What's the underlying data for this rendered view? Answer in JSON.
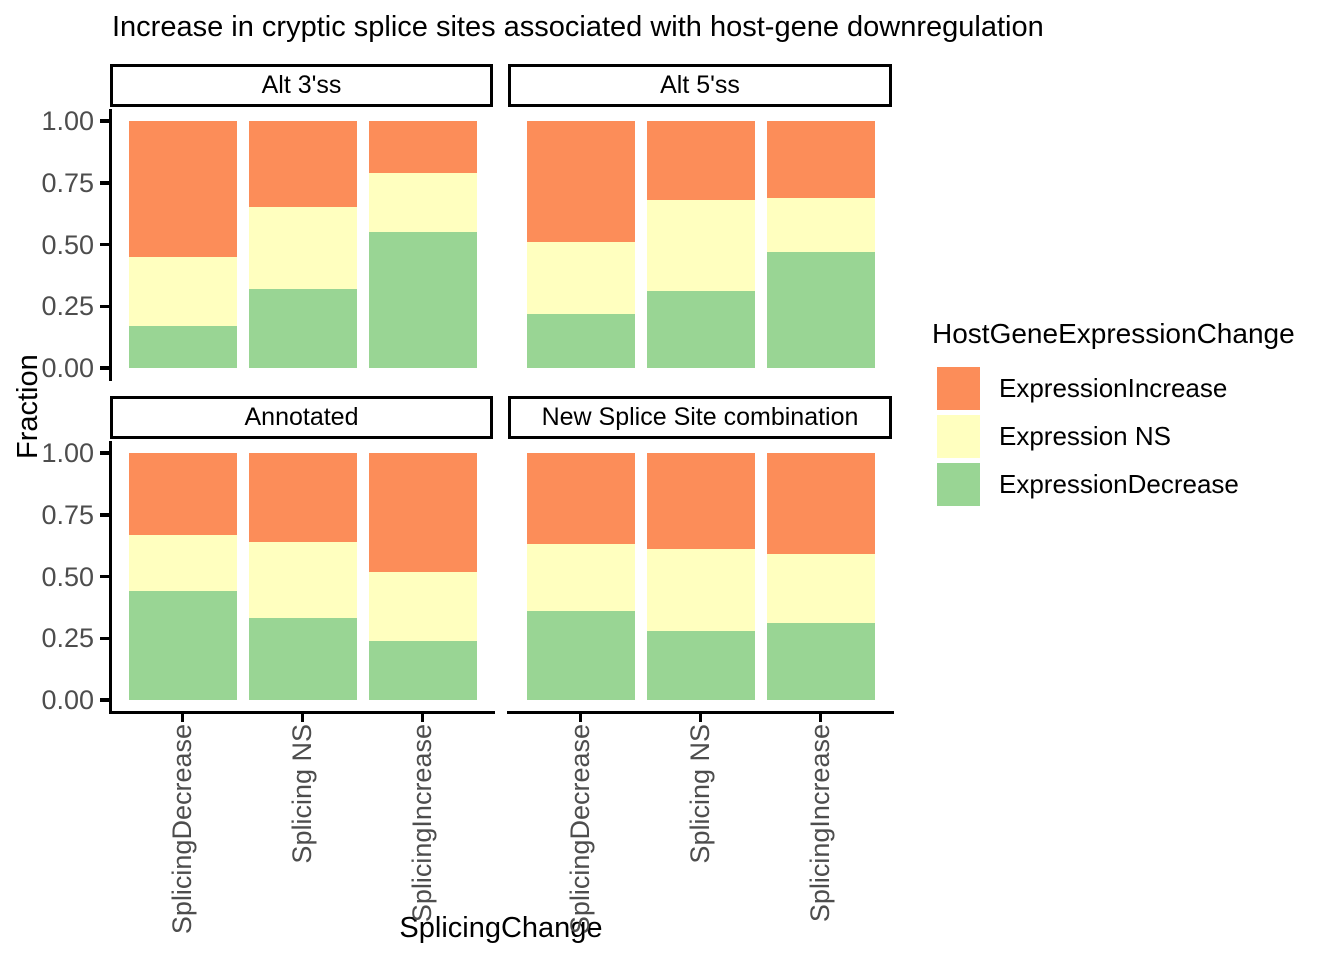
{
  "title": "Increase in cryptic splice sites associated with host-gene downregulation",
  "axes": {
    "y_title": "Fraction",
    "x_title": "SplicingChange",
    "y_tick_labels": [
      "1.00",
      "0.75",
      "0.50",
      "0.25",
      "0.00"
    ],
    "y_tick_values": [
      1.0,
      0.75,
      0.5,
      0.25,
      0.0
    ],
    "x_categories": [
      "SplicingDecrease",
      "Splicing NS",
      "SplicingIncrease"
    ],
    "tick_label_color": "#4D4D4D",
    "axis_line_color": "#000000"
  },
  "legend": {
    "title": "HostGeneExpressionChange",
    "items": [
      {
        "label": "ExpressionIncrease",
        "color": "#FC8D59"
      },
      {
        "label": "Expression NS",
        "color": "#FFFFBF"
      },
      {
        "label": "ExpressionDecrease",
        "color": "#99D594"
      }
    ]
  },
  "chart_data": {
    "type": "bar",
    "variant": "stacked-fraction-faceted",
    "title": "Increase in cryptic splice sites associated with host-gene downregulation",
    "xlabel": "SplicingChange",
    "ylabel": "Fraction",
    "ylim": [
      0,
      1
    ],
    "y_ticks": [
      0,
      0.25,
      0.5,
      0.75,
      1.0
    ],
    "grid": false,
    "legend_position": "right",
    "categories": [
      "SplicingDecrease",
      "Splicing NS",
      "SplicingIncrease"
    ],
    "stack_order_bottom_to_top": [
      "ExpressionDecrease",
      "Expression NS",
      "ExpressionIncrease"
    ],
    "series_colors": {
      "ExpressionDecrease": "#99D594",
      "Expression NS": "#FFFFBF",
      "ExpressionIncrease": "#FC8D59"
    },
    "facets": [
      {
        "label": "Alt 3'ss",
        "row": 0,
        "col": 0,
        "values": {
          "ExpressionDecrease": [
            0.17,
            0.32,
            0.55
          ],
          "Expression NS": [
            0.28,
            0.33,
            0.24
          ],
          "ExpressionIncrease": [
            0.55,
            0.35,
            0.21
          ]
        }
      },
      {
        "label": "Alt 5'ss",
        "row": 0,
        "col": 1,
        "values": {
          "ExpressionDecrease": [
            0.22,
            0.31,
            0.47
          ],
          "Expression NS": [
            0.29,
            0.37,
            0.22
          ],
          "ExpressionIncrease": [
            0.49,
            0.32,
            0.31
          ]
        }
      },
      {
        "label": "Annotated",
        "row": 1,
        "col": 0,
        "values": {
          "ExpressionDecrease": [
            0.44,
            0.33,
            0.24
          ],
          "Expression NS": [
            0.23,
            0.31,
            0.28
          ],
          "ExpressionIncrease": [
            0.33,
            0.36,
            0.48
          ]
        }
      },
      {
        "label": "New Splice Site combination",
        "row": 1,
        "col": 1,
        "values": {
          "ExpressionDecrease": [
            0.36,
            0.28,
            0.31
          ],
          "Expression NS": [
            0.27,
            0.33,
            0.28
          ],
          "ExpressionIncrease": [
            0.37,
            0.39,
            0.41
          ]
        }
      }
    ]
  }
}
